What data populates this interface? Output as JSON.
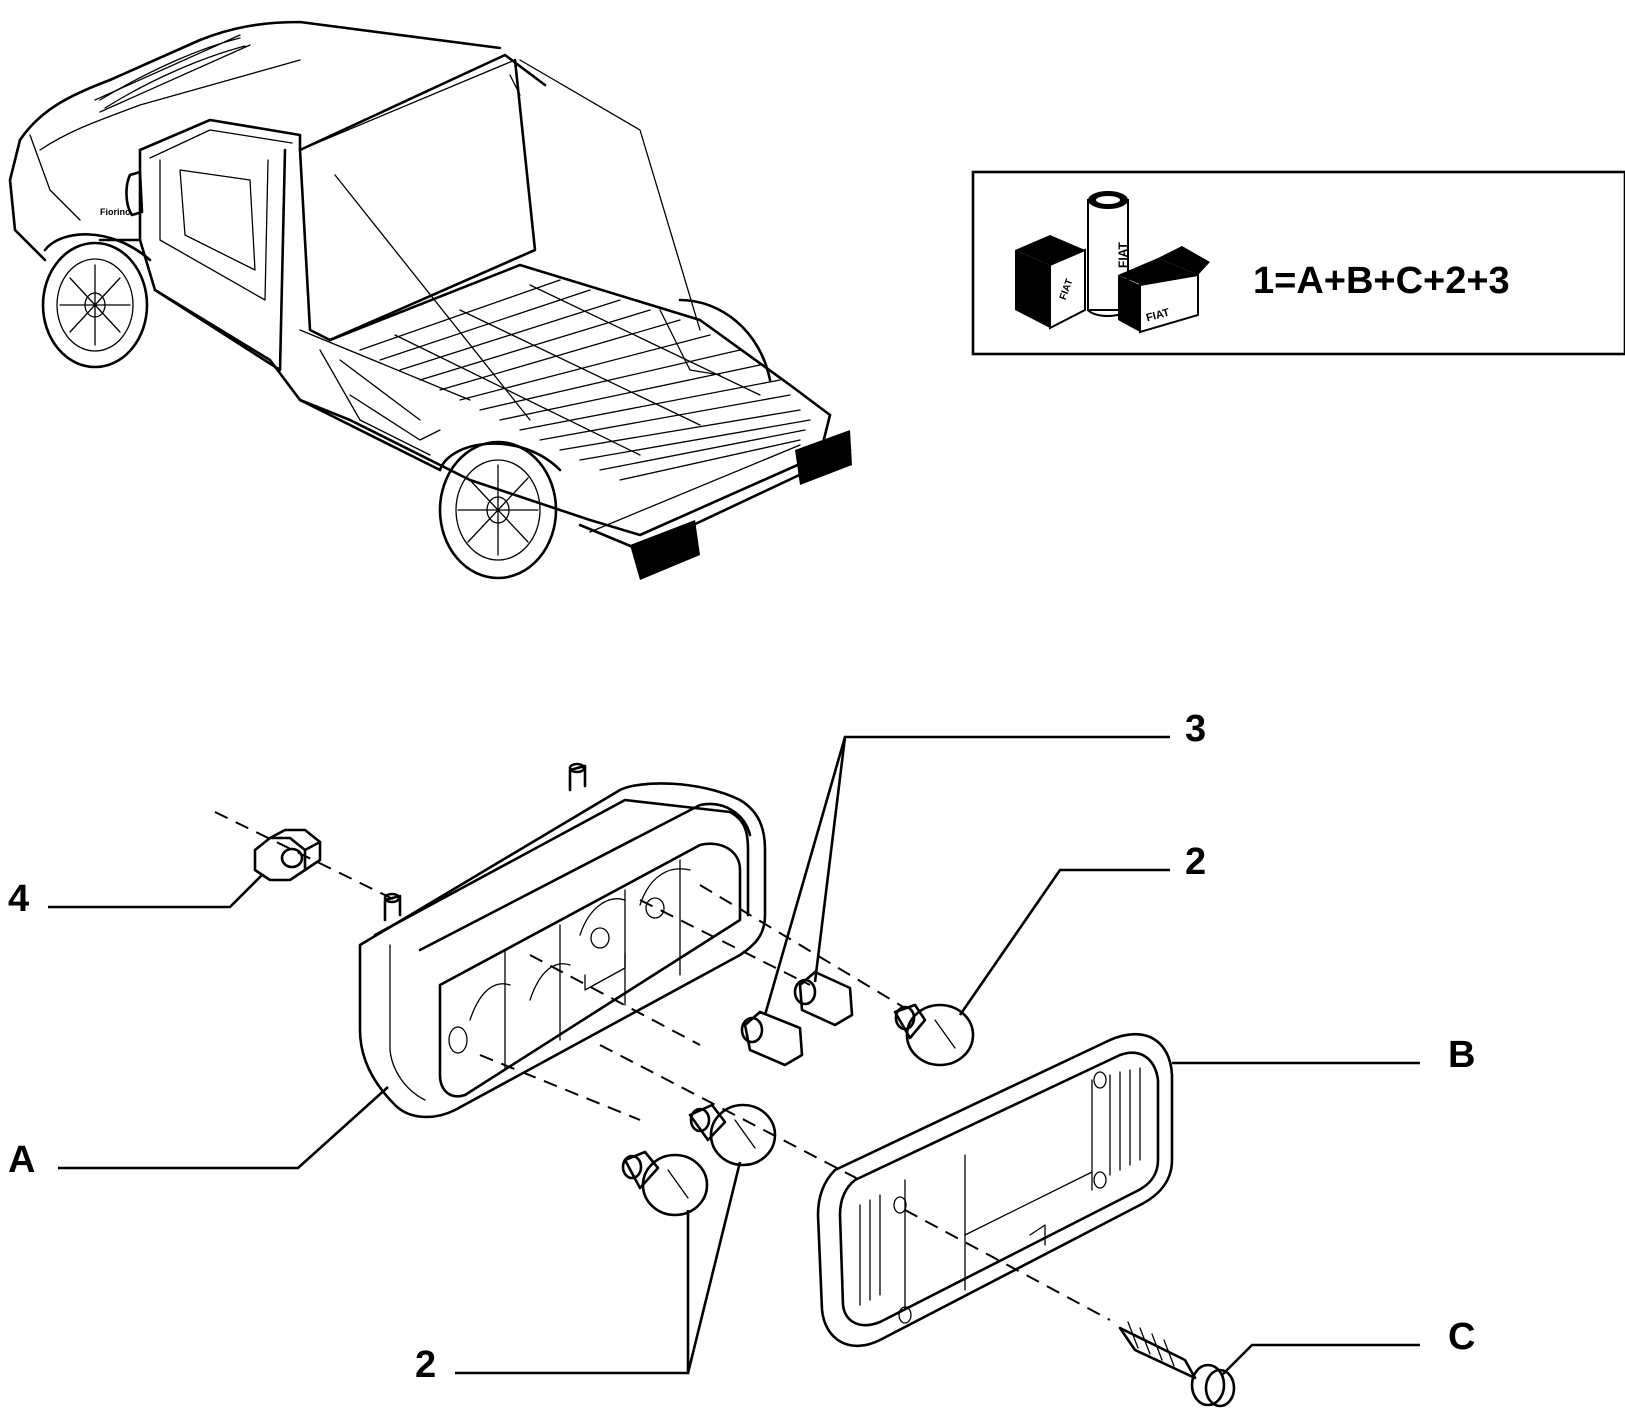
{
  "kit_box": {
    "formula": "1=A+B+C+2+3",
    "brand_text": "FIAT"
  },
  "callouts": {
    "label_3": "3",
    "label_2_upper": "2",
    "label_4": "4",
    "label_B": "B",
    "label_A": "A",
    "label_C": "C",
    "label_2_lower": "2"
  },
  "vehicle_badge": "Fiorino"
}
